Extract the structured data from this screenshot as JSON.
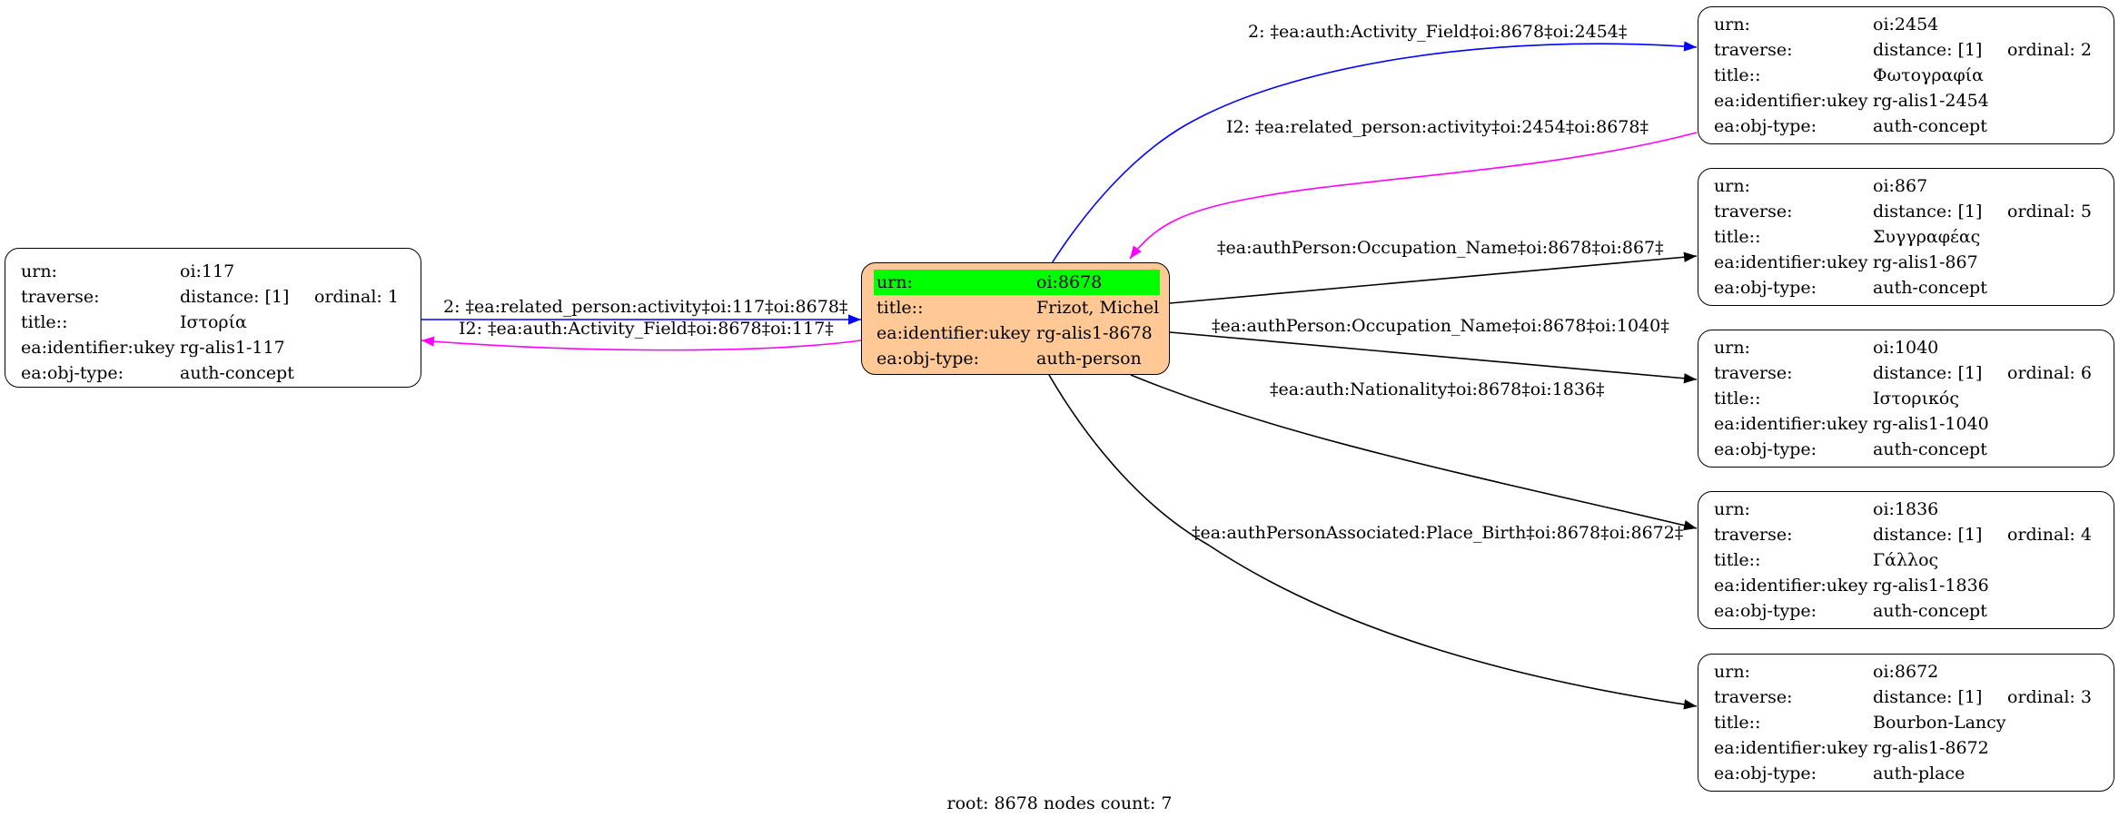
{
  "colors": {
    "root_fill": "#ffc894",
    "highlight": "#00ff00",
    "edge_forward": "#0000ff",
    "edge_inverse": "#ff00ff",
    "edge_default": "#000000"
  },
  "nodes": {
    "n117": {
      "rows": [
        {
          "k": "urn:",
          "v": "oi:117"
        },
        {
          "k": "traverse:",
          "v": "distance: [1]",
          "o": "ordinal: 1"
        },
        {
          "k": "title::",
          "v": "Ιστορία"
        },
        {
          "k": "ea:identifier:ukey",
          "v": "rg-alis1-117"
        },
        {
          "k": "ea:obj-type:",
          "v": "auth-concept"
        }
      ]
    },
    "n8678": {
      "rows": [
        {
          "k": "urn:",
          "v": "oi:8678"
        },
        {
          "k": "title::",
          "v": "Frizot, Michel"
        },
        {
          "k": "ea:identifier:ukey",
          "v": "rg-alis1-8678"
        },
        {
          "k": "ea:obj-type:",
          "v": "auth-person"
        }
      ]
    },
    "n2454": {
      "rows": [
        {
          "k": "urn:",
          "v": "oi:2454"
        },
        {
          "k": "traverse:",
          "v": "distance: [1]",
          "o": "ordinal: 2"
        },
        {
          "k": "title::",
          "v": "Φωτογραφία"
        },
        {
          "k": "ea:identifier:ukey",
          "v": "rg-alis1-2454"
        },
        {
          "k": "ea:obj-type:",
          "v": "auth-concept"
        }
      ]
    },
    "n867": {
      "rows": [
        {
          "k": "urn:",
          "v": "oi:867"
        },
        {
          "k": "traverse:",
          "v": "distance: [1]",
          "o": "ordinal: 5"
        },
        {
          "k": "title::",
          "v": "Συγγραφέας"
        },
        {
          "k": "ea:identifier:ukey",
          "v": "rg-alis1-867"
        },
        {
          "k": "ea:obj-type:",
          "v": "auth-concept"
        }
      ]
    },
    "n1040": {
      "rows": [
        {
          "k": "urn:",
          "v": "oi:1040"
        },
        {
          "k": "traverse:",
          "v": "distance: [1]",
          "o": "ordinal: 6"
        },
        {
          "k": "title::",
          "v": "Ιστορικός"
        },
        {
          "k": "ea:identifier:ukey",
          "v": "rg-alis1-1040"
        },
        {
          "k": "ea:obj-type:",
          "v": "auth-concept"
        }
      ]
    },
    "n1836": {
      "rows": [
        {
          "k": "urn:",
          "v": "oi:1836"
        },
        {
          "k": "traverse:",
          "v": "distance: [1]",
          "o": "ordinal: 4"
        },
        {
          "k": "title::",
          "v": "Γάλλος"
        },
        {
          "k": "ea:identifier:ukey",
          "v": "rg-alis1-1836"
        },
        {
          "k": "ea:obj-type:",
          "v": "auth-concept"
        }
      ]
    },
    "n8672": {
      "rows": [
        {
          "k": "urn:",
          "v": "oi:8672"
        },
        {
          "k": "traverse:",
          "v": "distance: [1]",
          "o": "ordinal: 3"
        },
        {
          "k": "title::",
          "v": "Bourbon-Lancy"
        },
        {
          "k": "ea:identifier:ukey",
          "v": "rg-alis1-8672"
        },
        {
          "k": "ea:obj-type:",
          "v": "auth-place"
        }
      ]
    }
  },
  "edges": {
    "e_8678_117": "2: ‡ea:related_person:activity‡oi:117‡oi:8678‡",
    "e_117_8678": "I2: ‡ea:auth:Activity_Field‡oi:8678‡oi:117‡",
    "e_8678_2454": "2: ‡ea:auth:Activity_Field‡oi:8678‡oi:2454‡",
    "e_2454_8678": "I2: ‡ea:related_person:activity‡oi:2454‡oi:8678‡",
    "e_8678_867": "‡ea:authPerson:Occupation_Name‡oi:8678‡oi:867‡",
    "e_8678_1040": "‡ea:authPerson:Occupation_Name‡oi:8678‡oi:1040‡",
    "e_8678_1836": "‡ea:auth:Nationality‡oi:8678‡oi:1836‡",
    "e_8678_8672": "‡ea:authPersonAssociated:Place_Birth‡oi:8678‡oi:8672‡"
  },
  "footer": "root: 8678 nodes count: 7"
}
